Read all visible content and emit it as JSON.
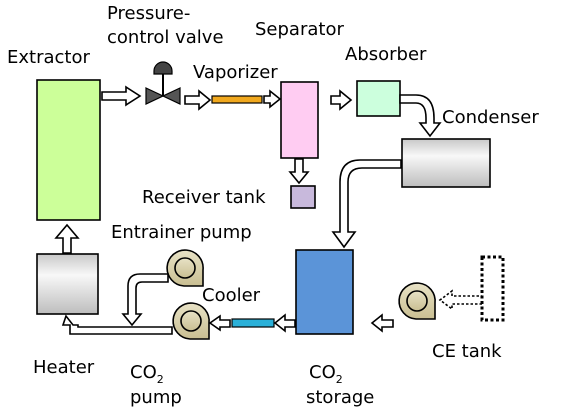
{
  "labels": {
    "extractor": "Extractor",
    "pressure_valve_line1": "Pressure-",
    "pressure_valve_line2": "control valve",
    "separator": "Separator",
    "vaporizer": "Vaporizer",
    "absorber": "Absorber",
    "condenser": "Condenser",
    "receiver_tank": "Receiver tank",
    "entrainer_pump": "Entrainer pump",
    "cooler": "Cooler",
    "heater": "Heater",
    "co2_pump_main": "CO",
    "co2_pump_sub": "2",
    "co2_pump_line2": "pump",
    "co2_storage_main": "CO",
    "co2_storage_sub": "2",
    "co2_storage_line2": "storage",
    "ce_tank": "CE tank"
  },
  "colors": {
    "extractor": "#ccff99",
    "separator": "#ffccf2",
    "absorber": "#ccffdd",
    "condenser": "#e6e6e6",
    "receiver_tank": "#c8b9dc",
    "heater": "#e6e6e6",
    "co2_storage": "#5b94d8",
    "pump": "#d9d2b0",
    "vaporizer_pipe": "#f0a81e",
    "cooler_pipe": "#2ab0d8"
  }
}
